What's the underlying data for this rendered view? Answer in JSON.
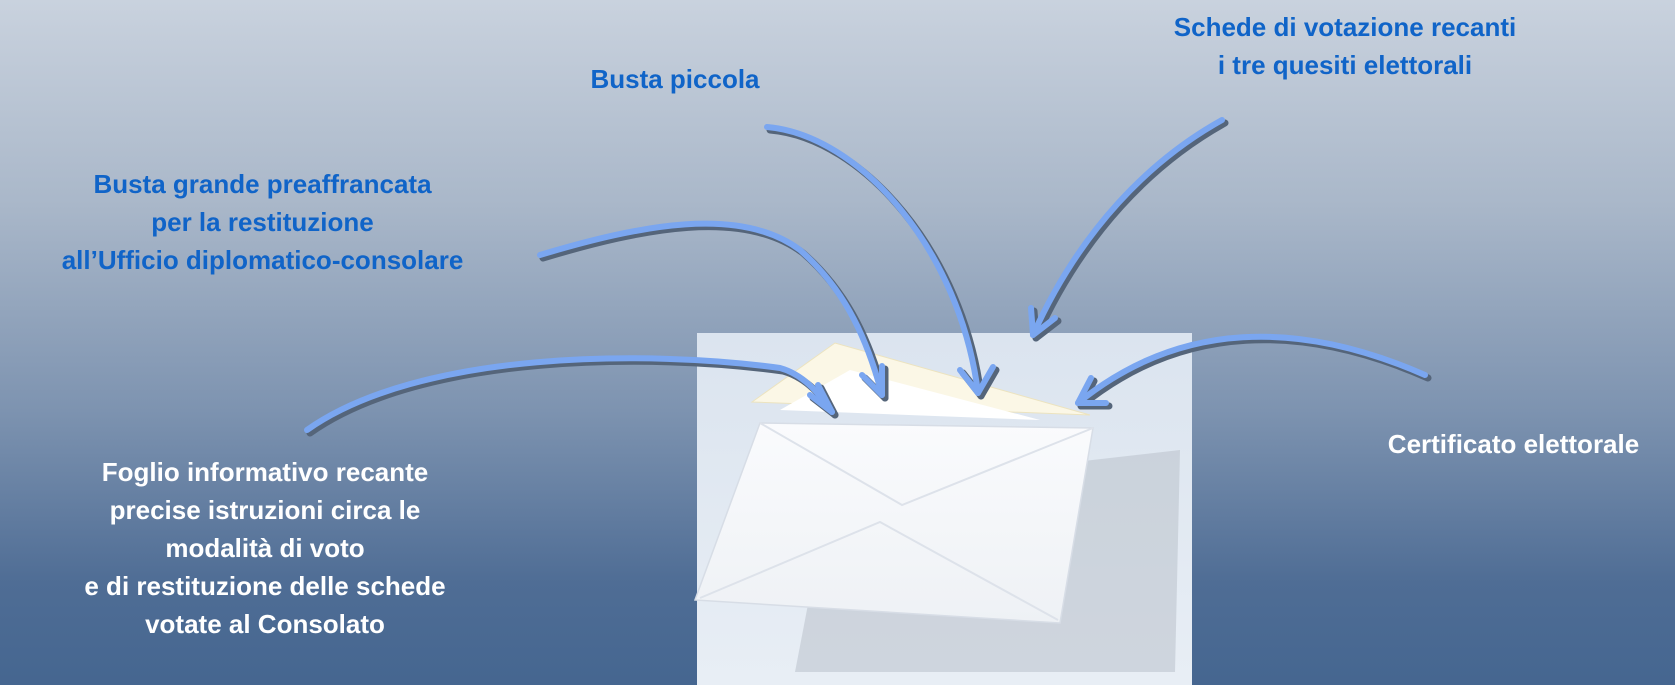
{
  "labels": {
    "busta_piccola": [
      "Busta piccola"
    ],
    "schede": [
      "Schede di votazione recanti",
      "i tre quesiti elettorali"
    ],
    "busta_grande": [
      "Busta grande preaffrancata",
      "per la restituzione",
      "all’Ufficio diplomatico-consolare"
    ],
    "foglio": [
      "Foglio informativo recante",
      "precise istruzioni circa le",
      "modalità di voto",
      "e di restituzione delle schede",
      "votate al Consolato"
    ],
    "certificato": [
      "Certificato elettorale"
    ]
  },
  "colors": {
    "label_blue": "#1064c8",
    "label_white": "#ffffff",
    "arrow": "#7aa6f0",
    "arrow_shadow": "#55657a"
  },
  "icons": {
    "envelope": "envelope-icon"
  }
}
